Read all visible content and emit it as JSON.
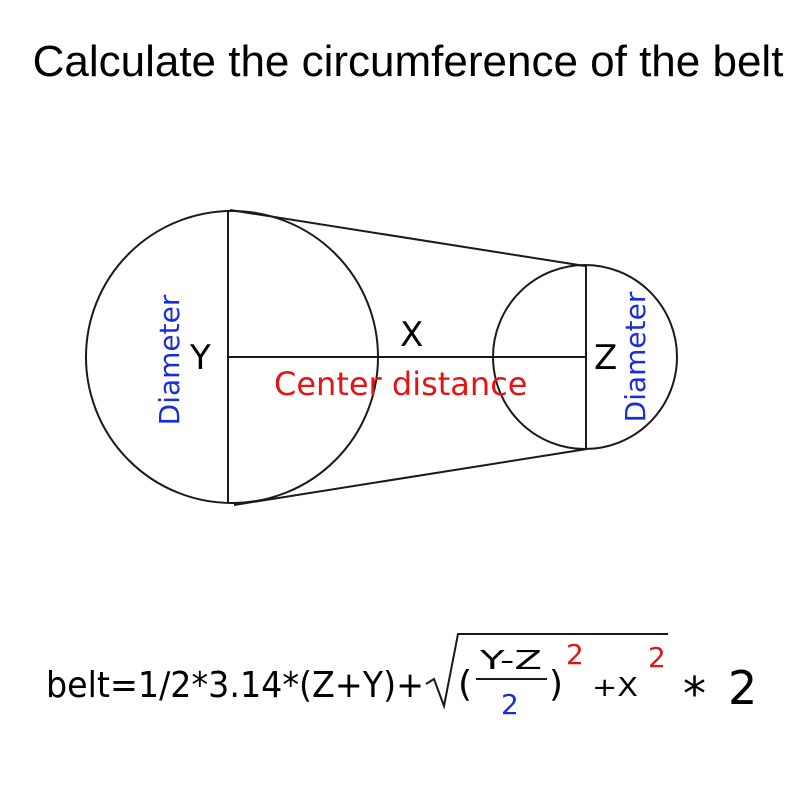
{
  "title": "Calculate the circumference of the belt",
  "labels": {
    "y": "Y",
    "x": "X",
    "z": "Z",
    "center_distance": "Center distance",
    "diameter_left": "Diameter",
    "diameter_right": "Diameter"
  },
  "formula": {
    "prefix": "belt=1/2*3.14*(Z+Y)+",
    "paren_open": "(",
    "numerator": "Y-Z",
    "denominator": "2",
    "paren_close": ")",
    "exp1": "2",
    "plus_x": "+X",
    "exp2": "2",
    "times": "*",
    "factor": "2"
  },
  "colors": {
    "black": "#000000",
    "red": "#e41414",
    "blue": "#1a2ed8"
  }
}
